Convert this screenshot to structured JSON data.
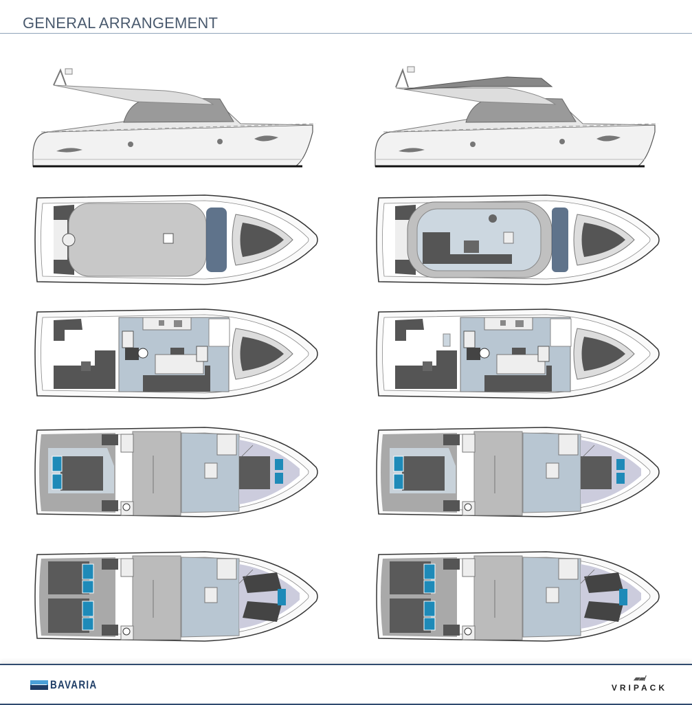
{
  "header": {
    "title": "GENERAL ARRANGEMENT"
  },
  "views": {
    "left": {
      "profile": "hardtop",
      "flybridge_plan": "hardtop-roof",
      "variant": "A"
    },
    "right": {
      "profile": "flybridge",
      "flybridge_plan": "flybridge-deck",
      "variant": "B"
    }
  },
  "colors": {
    "accent": "#2f4a6e",
    "cabin_floor": "#b8c6d2",
    "upholstery": "#5a5a5a",
    "bunk_blue": "#1e8ab8"
  },
  "footer": {
    "brand_left": "BAVARIA",
    "brand_right": "VRIPACK"
  }
}
